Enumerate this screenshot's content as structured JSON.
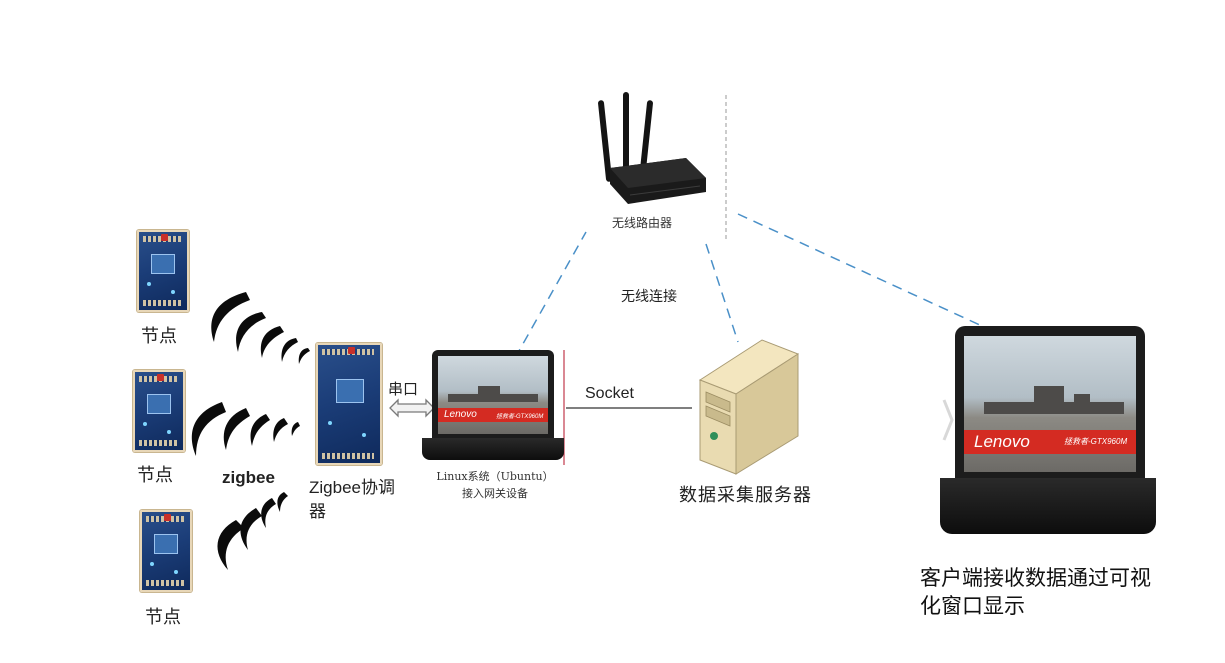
{
  "nodes": {
    "node_label": "节点"
  },
  "zigbee": {
    "protocol_label": "zigbee",
    "coordinator_label": "Zigbee协调器"
  },
  "serial": {
    "label": "串口"
  },
  "gateway": {
    "label_line1": "Linux系统（Ubuntu）",
    "label_line2": "接入网关设备"
  },
  "router": {
    "label": "无线路由器"
  },
  "wireless": {
    "label": "无线连接"
  },
  "socket": {
    "label": "Socket"
  },
  "server": {
    "label": "数据采集服务器"
  },
  "client": {
    "label_line1": "客户端接收数据通过可视",
    "label_line2": "化窗口显示"
  },
  "laptop_screen": {
    "brand": "Lenovo",
    "model_text": "拯救者-GTX960M"
  },
  "colors": {
    "dashed_link": "#4a90c8",
    "banner_red": "#d42b22",
    "board_blue": "#1b3d78"
  }
}
